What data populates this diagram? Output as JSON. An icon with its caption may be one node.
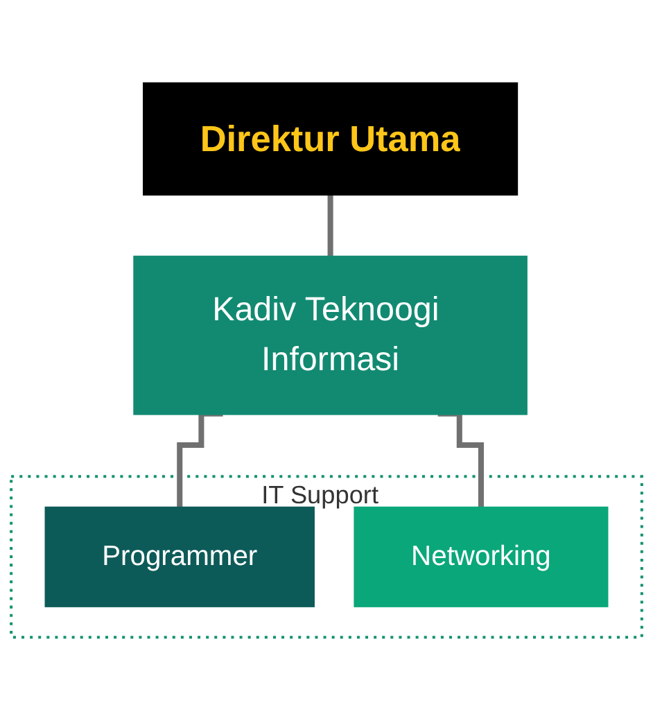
{
  "diagram": {
    "nodes": [
      {
        "text": [
          "Direktur Utama"
        ]
      },
      {
        "text": [
          "Kadiv Teknoogi Informasi"
        ]
      },
      {
        "text": [
          "IT Support"
        ]
      },
      {
        "text": [
          "Programmer"
        ],
        "in": 2
      },
      {
        "text": [
          "Networking"
        ],
        "in": 2
      }
    ],
    "edges": [
      {
        "from": 0,
        "to": 1,
        "arrow": "none"
      },
      {
        "from": 1,
        "to": 3,
        "arrow": "none"
      },
      {
        "from": 1,
        "to": 4,
        "arrow": "none"
      }
    ]
  }
}
